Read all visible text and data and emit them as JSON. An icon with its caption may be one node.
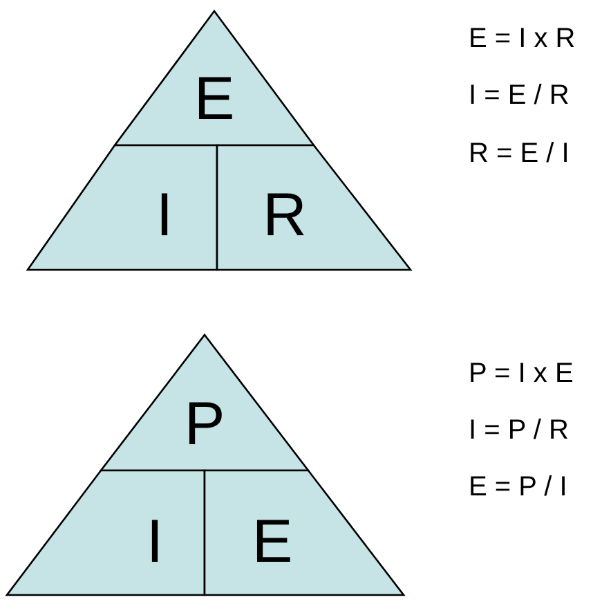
{
  "diagram": {
    "nodes": [
      {
        "text": [
          "E"
        ]
      },
      {
        "text": [
          "I"
        ]
      },
      {
        "text": [
          "R"
        ]
      },
      {
        "text": [
          "P"
        ]
      },
      {
        "text": [
          "I"
        ]
      },
      {
        "text": [
          "E"
        ]
      }
    ],
    "labels": [
      "E = I x R",
      "I = E / R",
      "R = E / I",
      "P = I x E",
      "I = P / R",
      "E = P / I"
    ]
  }
}
